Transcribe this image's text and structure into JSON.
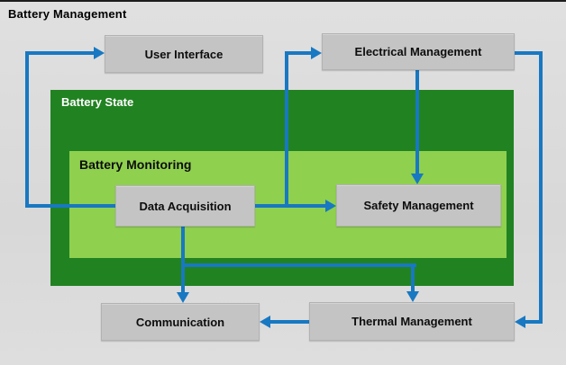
{
  "title": "Battery Management",
  "colors": {
    "background": "#dcdcdc",
    "box_gray": "#c4c4c4",
    "dark_green": "#218221",
    "light_green": "#8fd04f",
    "arrow_blue": "#1878c2"
  },
  "containers": {
    "battery_state": {
      "label": "Battery State"
    },
    "battery_monitoring": {
      "label": "Battery Monitoring"
    }
  },
  "nodes": {
    "user_interface": {
      "label": "User Interface"
    },
    "electrical_management": {
      "label": "Electrical Management"
    },
    "data_acquisition": {
      "label": "Data Acquisition"
    },
    "safety_management": {
      "label": "Safety Management"
    },
    "communication": {
      "label": "Communication"
    },
    "thermal_management": {
      "label": "Thermal Management"
    }
  },
  "edges": [
    {
      "from": "Data Acquisition",
      "to": "User Interface"
    },
    {
      "from": "Data Acquisition",
      "to": "Electrical Management"
    },
    {
      "from": "Data Acquisition",
      "to": "Safety Management"
    },
    {
      "from": "Data Acquisition",
      "to": "Communication"
    },
    {
      "from": "Data Acquisition",
      "to": "Thermal Management"
    },
    {
      "from": "Electrical Management",
      "to": "Safety Management"
    },
    {
      "from": "Electrical Management",
      "to": "Thermal Management"
    },
    {
      "from": "Thermal Management",
      "to": "Communication"
    }
  ]
}
